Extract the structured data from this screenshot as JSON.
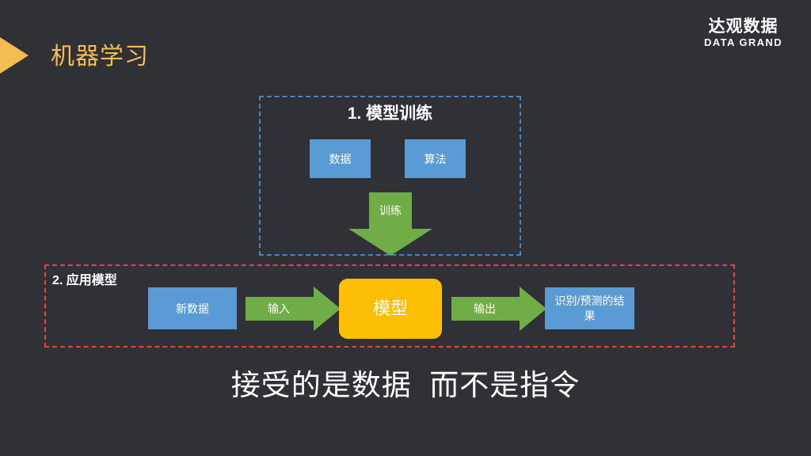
{
  "slide": {
    "background_color": "#2f3136",
    "title": "机器学习",
    "title_color": "#f5bc52",
    "marker_icon": "triangle-right-icon"
  },
  "logo": {
    "name_cn": "达观数据",
    "name_en": "DATA GRAND"
  },
  "sections": {
    "training": {
      "label": "1. 模型训练",
      "border_color": "#4a82c4",
      "boxes": [
        {
          "label": "数据",
          "color": "#5b9bd5"
        },
        {
          "label": "算法",
          "color": "#5b9bd5"
        }
      ],
      "arrow": {
        "label": "训练",
        "color": "#70ad47",
        "direction": "down"
      }
    },
    "applying": {
      "label": "2. 应用模型",
      "border_color": "#e8413e",
      "input_box": {
        "label": "新数据",
        "color": "#5b9bd5"
      },
      "input_arrow": {
        "label": "输入",
        "color": "#70ad47",
        "direction": "right"
      },
      "model_box": {
        "label": "模型",
        "color": "#fcbf05"
      },
      "output_arrow": {
        "label": "输出",
        "color": "#70ad47",
        "direction": "right"
      },
      "result_box": {
        "label": "识别/预测的结果",
        "color": "#5b9bd5"
      }
    }
  },
  "caption": "接受的是数据  而不是指令"
}
